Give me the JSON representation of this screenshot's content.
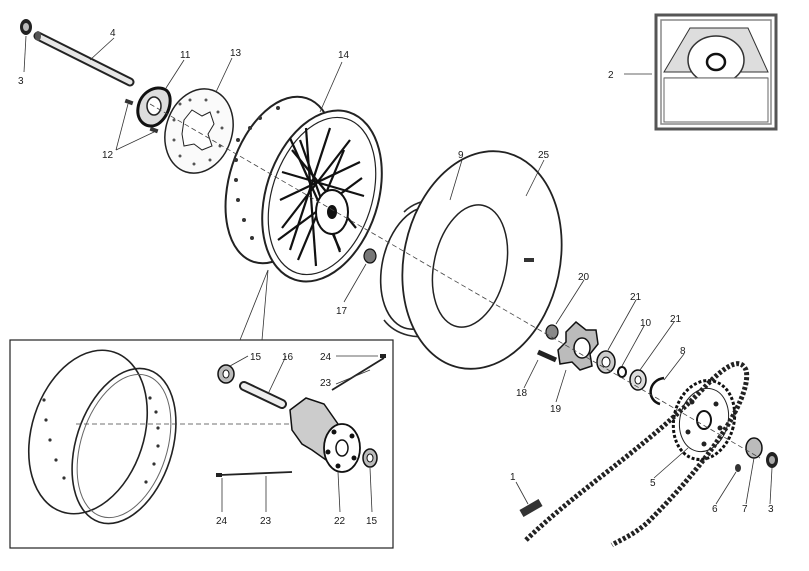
{
  "diagram": {
    "type": "exploded-parts-view",
    "callouts": {
      "c1": "1",
      "c2": "2",
      "c3a": "3",
      "c3b": "3",
      "c4": "4",
      "c5": "5",
      "c6": "6",
      "c7": "7",
      "c8": "8",
      "c9": "9",
      "c10": "10",
      "c11": "11",
      "c12": "12",
      "c13": "13",
      "c14": "14",
      "c15a": "15",
      "c15b": "15",
      "c16": "16",
      "c17": "17",
      "c18": "18",
      "c19": "19",
      "c20": "20",
      "c21a": "21",
      "c21b": "21",
      "c22": "22",
      "c23a": "23",
      "c23b": "23",
      "c24a": "24",
      "c24b": "24",
      "c25": "25"
    }
  }
}
